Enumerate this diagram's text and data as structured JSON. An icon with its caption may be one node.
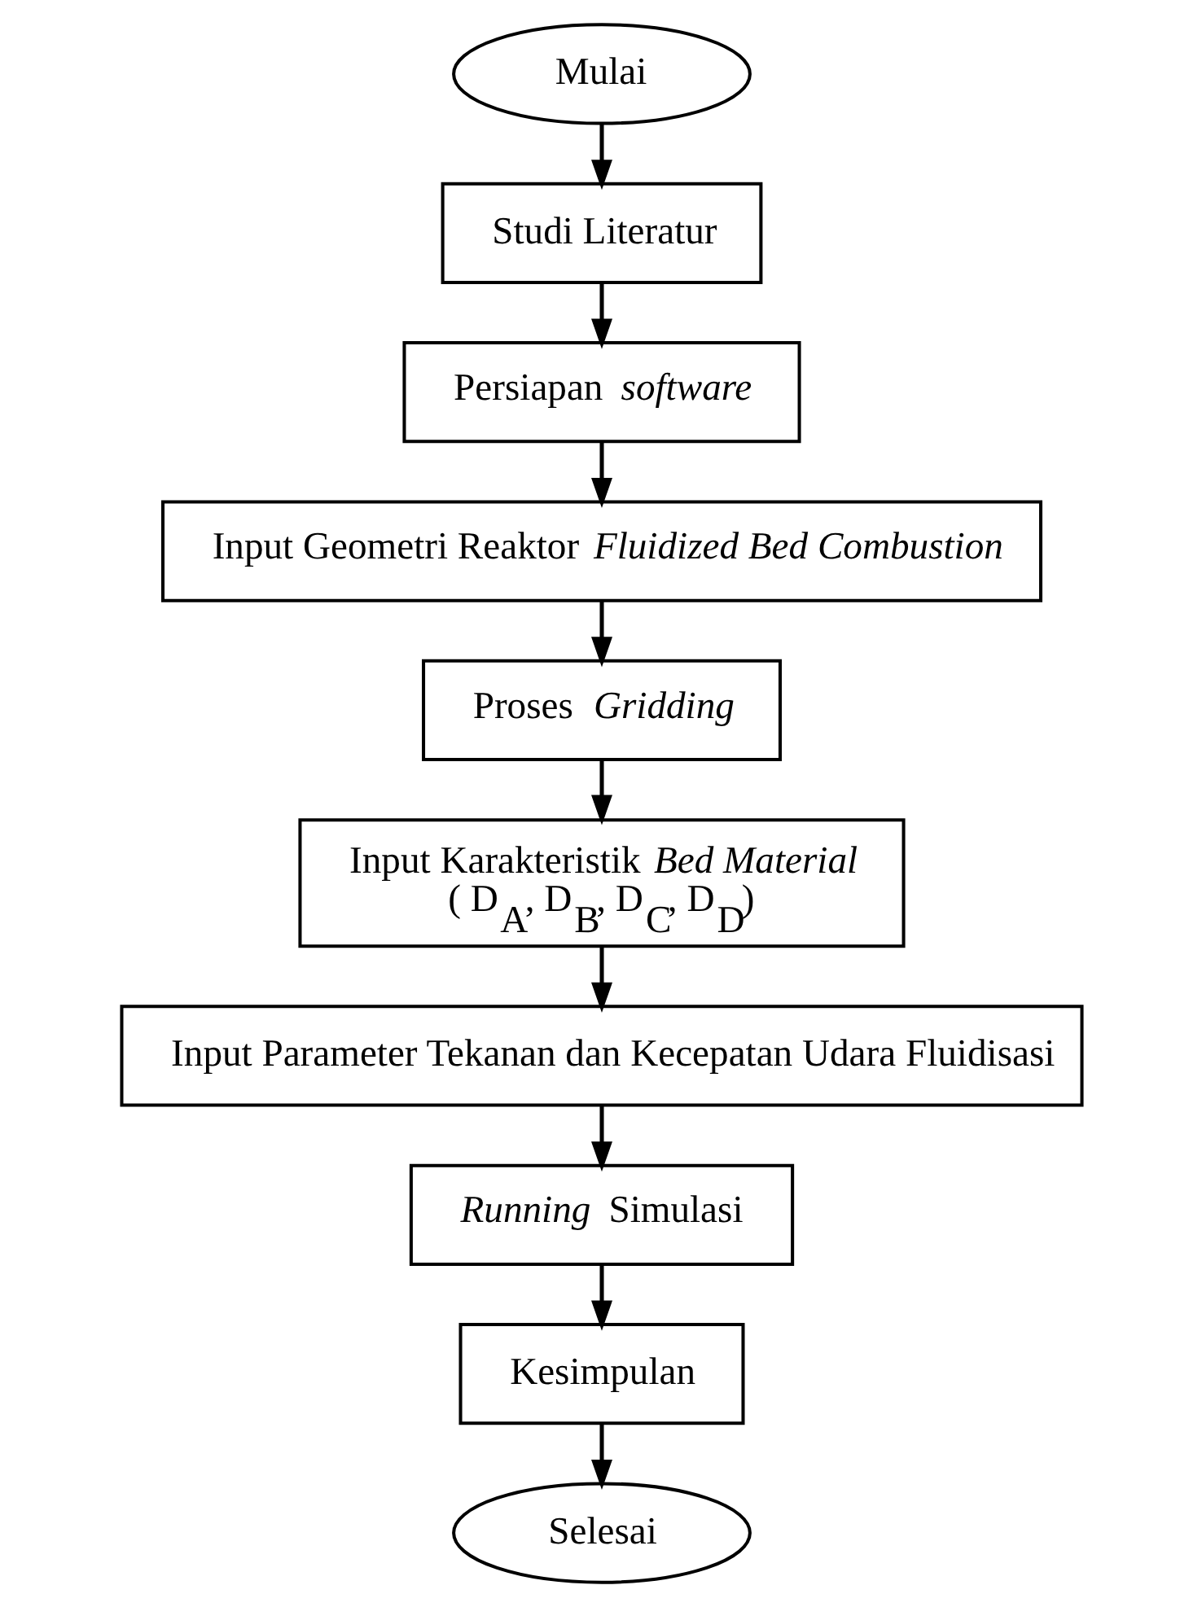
{
  "diagram": {
    "nodes": [
      {
        "text": [
          "Mulai"
        ]
      },
      {
        "text": [
          "Studi Literatur"
        ]
      },
      {
        "text": [
          "Persiapan *software*"
        ]
      },
      {
        "text": [
          "Input Geometri Reaktor *Fluidized Bed Combustion*"
        ]
      },
      {
        "text": [
          "Proses *Gridding*"
        ]
      },
      {
        "text": [
          "Input Karakteristik *Bed Material*",
          "( D$_{A}$, D$_{B}$, D$_{C}$, D$_{D}$)"
        ]
      },
      {
        "text": [
          "Input Parameter Tekanan dan Kecepatan Udara Fluidisasi"
        ]
      },
      {
        "text": [
          "*Running* Simulasi"
        ]
      },
      {
        "text": [
          "Kesimpulan"
        ]
      },
      {
        "text": [
          "Selesai"
        ]
      }
    ],
    "edges": [
      {
        "from": 0,
        "to": 1,
        "arrow": "to"
      },
      {
        "from": 1,
        "to": 2,
        "arrow": "to"
      },
      {
        "from": 2,
        "to": 3,
        "arrow": "to"
      },
      {
        "from": 3,
        "to": 4,
        "arrow": "to"
      },
      {
        "from": 4,
        "to": 5,
        "arrow": "to"
      },
      {
        "from": 5,
        "to": 6,
        "arrow": "to"
      },
      {
        "from": 6,
        "to": 7,
        "arrow": "to"
      },
      {
        "from": 7,
        "to": 8,
        "arrow": "to"
      },
      {
        "from": 8,
        "to": 9,
        "arrow": "to"
      }
    ]
  }
}
